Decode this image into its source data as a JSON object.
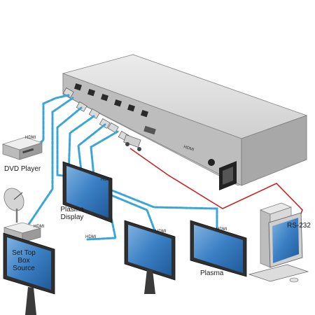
{
  "labels": {
    "dvd_player": "DVD Player",
    "set_top_box_line1": "Set Top Box",
    "set_top_box_line2": "Source",
    "plasma_line1": "Plasma",
    "plasma_line2": "Display",
    "plasma_partial": "Plasma",
    "rs232": "RS-232",
    "hdmi": "HDMI",
    "device_logo": "HDMI"
  },
  "colors": {
    "hdmi_cable": "#3aa6d8",
    "rs232_cable": "#cc2222",
    "device_body": "#cfcfcf",
    "screen": "#3b7fc4"
  }
}
